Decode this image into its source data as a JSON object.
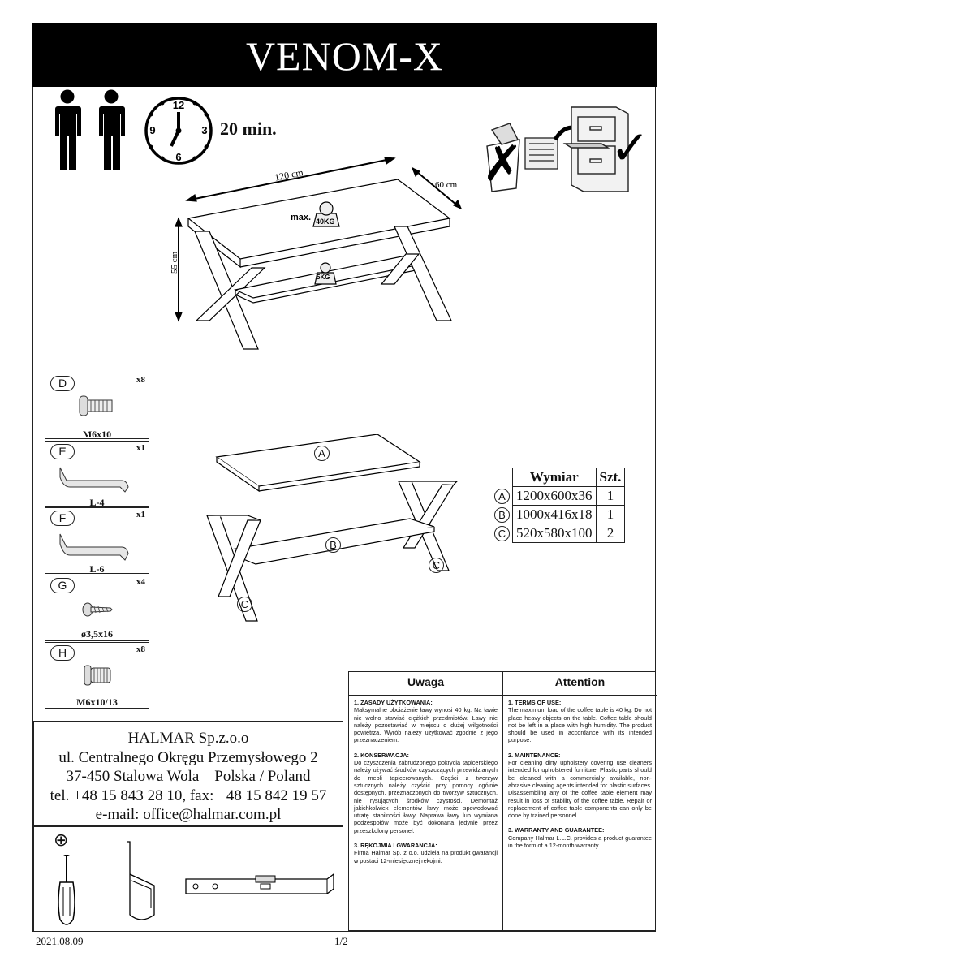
{
  "title": "VENOM-X",
  "assembly": {
    "time": "20 min.",
    "clock_numbers": [
      "12",
      "3",
      "6",
      "9"
    ],
    "people_icon": "two-persons-icon",
    "storage_icons": [
      "trash-bin-icon",
      "instruction-booklet-icon",
      "filing-cabinet-icon"
    ],
    "storage_marks": {
      "bad": "✗",
      "good": "✓"
    }
  },
  "dimensions": {
    "width": "120 cm",
    "depth": "60 cm",
    "height": "55 cm",
    "max_label": "max.",
    "top_load": "40KG",
    "shelf_load": "5KG"
  },
  "parts": [
    {
      "letter": "D",
      "qty": "x8",
      "name": "M6x10",
      "icon": "bolt-icon"
    },
    {
      "letter": "E",
      "qty": "x1",
      "name": "L-4",
      "icon": "allen-key-icon"
    },
    {
      "letter": "F",
      "qty": "x1",
      "name": "L-6",
      "icon": "allen-key-icon"
    },
    {
      "letter": "G",
      "qty": "x4",
      "name": "ø3,5x16",
      "icon": "screw-icon"
    },
    {
      "letter": "H",
      "qty": "x8",
      "name": "M6x10/13",
      "icon": "insert-nut-icon"
    }
  ],
  "exploded": {
    "top": "A",
    "shelf": "B",
    "legs": "C"
  },
  "dim_table": {
    "headers": [
      "Wymiar",
      "Szt."
    ],
    "rows": [
      {
        "letter": "A",
        "size": "1200x600x36",
        "qty": "1"
      },
      {
        "letter": "B",
        "size": "1000x416x18",
        "qty": "1"
      },
      {
        "letter": "C",
        "size": "520x580x100",
        "qty": "2"
      }
    ]
  },
  "company": {
    "name": "HALMAR Sp.z.o.o",
    "street": "ul. Centralnego Okręgu Przemysłowego 2",
    "city": "37-450 Stalowa Wola    Polska / Poland",
    "phone": "tel. +48 15 843 28 10, fax: +48 15 842 19 57",
    "email": "e-mail: office@halmar.com.pl"
  },
  "tools": {
    "symbol": "⊕",
    "items": [
      "phillips-screwdriver-icon",
      "tape-measure-icon",
      "spirit-level-icon"
    ]
  },
  "notes": {
    "pl": {
      "heading": "Uwaga",
      "sections": [
        {
          "title": "1.   ZASADY UŻYTKOWANIA:",
          "text": "Maksymalne obciążenie ławy wynosi 40 kg. Na ławie nie wolno stawiać ciężkich przedmiotów. Ławy nie należy pozostawiać w miejscu o dużej wilgotności powietrza. Wyrób należy użytkować zgodnie z jego przeznaczeniem."
        },
        {
          "title": "2.   KONSERWACJA:",
          "text": "Do czyszczenia zabrudzonego pokrycia tapicerskiego należy używać środków czyszczących przewidzianych do mebli tapicerowanych. Części z tworzyw sztucznych należy czyścić przy pomocy ogólnie dostępnych, przeznaczonych do tworzyw sztucznych, nie rysujących środków czystości. Demontaż jakichkolwiek elementów ławy może spowodować utratę stabilności ławy. Naprawa ławy lub wymiana podzespołów może być dokonana jedynie przez przeszkolony personel."
        },
        {
          "title": "3.   RĘKOJMIA I GWARANCJA:",
          "text": "Firma Halmar Sp. z o.o. udziela na produkt gwarancji w postaci 12-miesięcznej rękojmi."
        }
      ]
    },
    "en": {
      "heading": "Attention",
      "sections": [
        {
          "title": "1.   TERMS OF USE:",
          "text": "The maximum load of the coffee table is 40 kg. Do not place heavy objects on the table. Coffee table should not be left in a place with high humidity. The product should be used in accordance with its intended purpose."
        },
        {
          "title": "2.   MAINTENANCE:",
          "text": "For cleaning dirty upholstery covering use cleaners intended for upholstered furniture. Plastic parts should be cleaned with a commercially available, non-abrasive cleaning agents intended for plastic surfaces. Disassembling any of the coffee table element may result in loss of stability of the coffee table. Repair or replacement of coffee table components can only be done by trained personnel."
        },
        {
          "title": "3.   WARRANTY AND GUARANTEE:",
          "text": "Company Halmar L.L.C. provides a product guarantee in the form of a 12-month warranty."
        }
      ]
    }
  },
  "footer": {
    "date": "2021.08.09",
    "page": "1/2"
  }
}
